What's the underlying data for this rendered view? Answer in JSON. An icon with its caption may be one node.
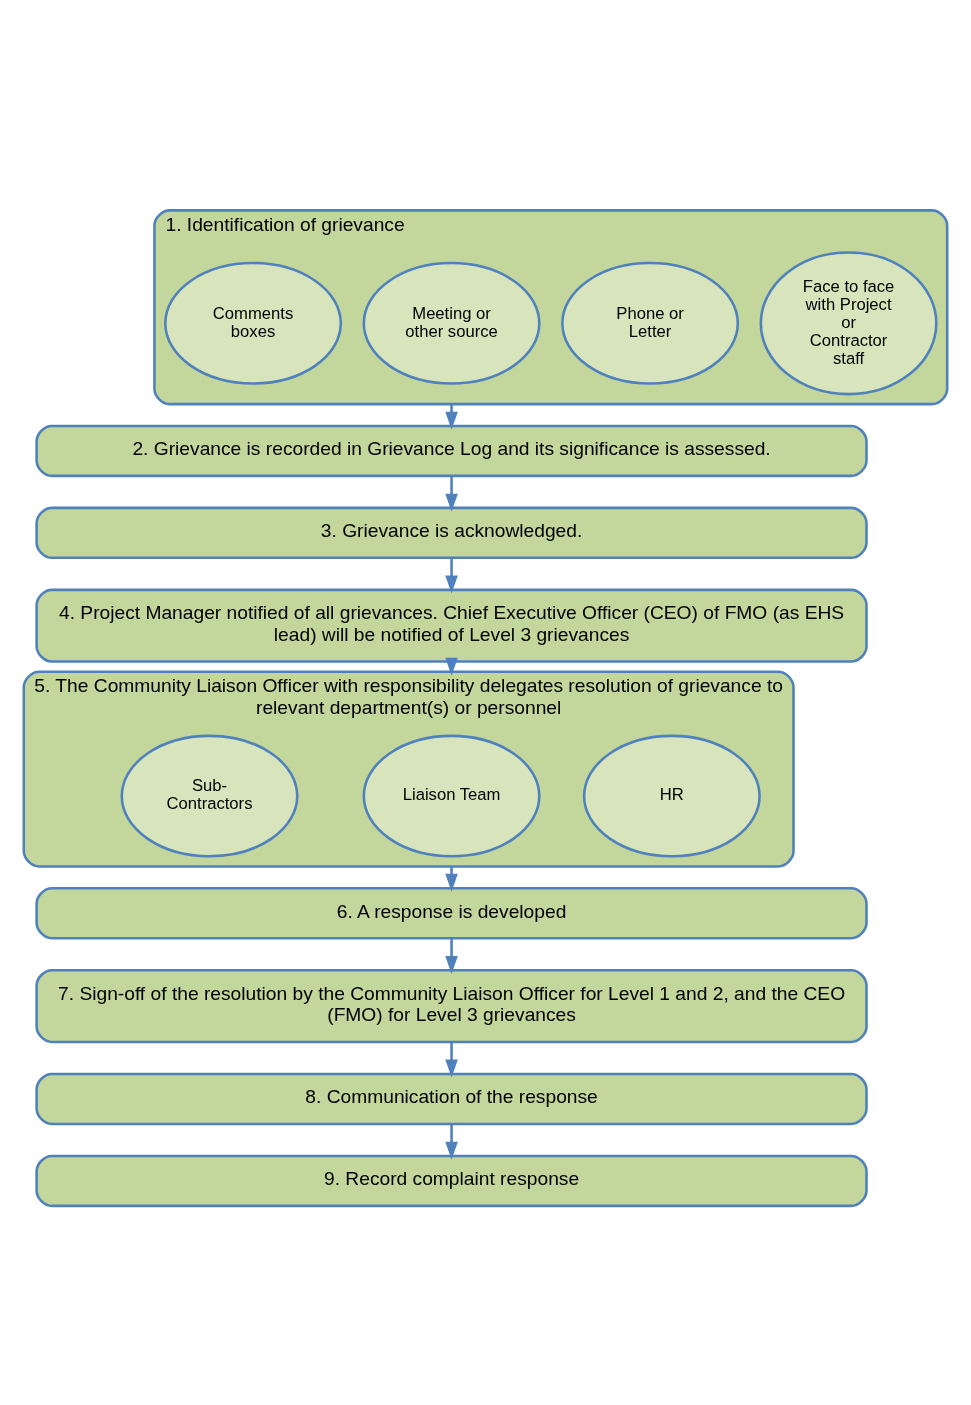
{
  "diagram": {
    "nodes": [
      {
        "text": [
          "1. Identification of grievance"
        ]
      },
      {
        "text": [
          "Face to face with Project or Contractor staff"
        ],
        "in": 0
      },
      {
        "text": [
          "Phone or Letter"
        ],
        "in": 0
      },
      {
        "text": [
          "Meeting or other source"
        ],
        "in": 0
      },
      {
        "text": [
          "Comments boxes"
        ],
        "in": 0
      },
      {
        "text": [
          "2. Grievance is recorded in Grievance Log and its significance is assessed."
        ]
      },
      {
        "text": [
          "3. Grievance is acknowledged."
        ]
      },
      {
        "text": [
          "4. Project Manager notified of all grievances. Chief Executive Officer (CEO) of FMO (as EHS lead) will be notified of Level 3 grievances"
        ]
      },
      {
        "text": [
          "5. The Community Liaison Officer with responsibility delegates resolution of grievance to relevant department(s) or personnel"
        ]
      },
      {
        "text": [
          "HR"
        ],
        "in": 8
      },
      {
        "text": [
          "Liaison Team"
        ],
        "in": 8
      },
      {
        "text": [
          "Sub-Contractors"
        ],
        "in": 8
      },
      {
        "text": [
          "6. A response is developed"
        ]
      },
      {
        "text": [
          "7. Sign-off of the resolution by the Community Liaison Officer for Level 1 and 2, and the CEO (FMO) for Level 3 grievances"
        ]
      },
      {
        "text": [
          "8. Communication of the response"
        ]
      },
      {
        "text": [
          "9. Record complaint response"
        ]
      }
    ],
    "edges": [
      {
        "from": 0,
        "to": 5,
        "arrow": "to"
      },
      {
        "from": 5,
        "to": 6,
        "arrow": "to"
      },
      {
        "from": 6,
        "to": 7,
        "arrow": "to"
      },
      {
        "from": 7,
        "to": 8,
        "arrow": "to"
      },
      {
        "from": 8,
        "to": 12,
        "arrow": "to"
      },
      {
        "from": 12,
        "to": 13,
        "arrow": "to"
      },
      {
        "from": 13,
        "to": 14,
        "arrow": "to"
      },
      {
        "from": 14,
        "to": 15,
        "arrow": "to"
      }
    ]
  }
}
